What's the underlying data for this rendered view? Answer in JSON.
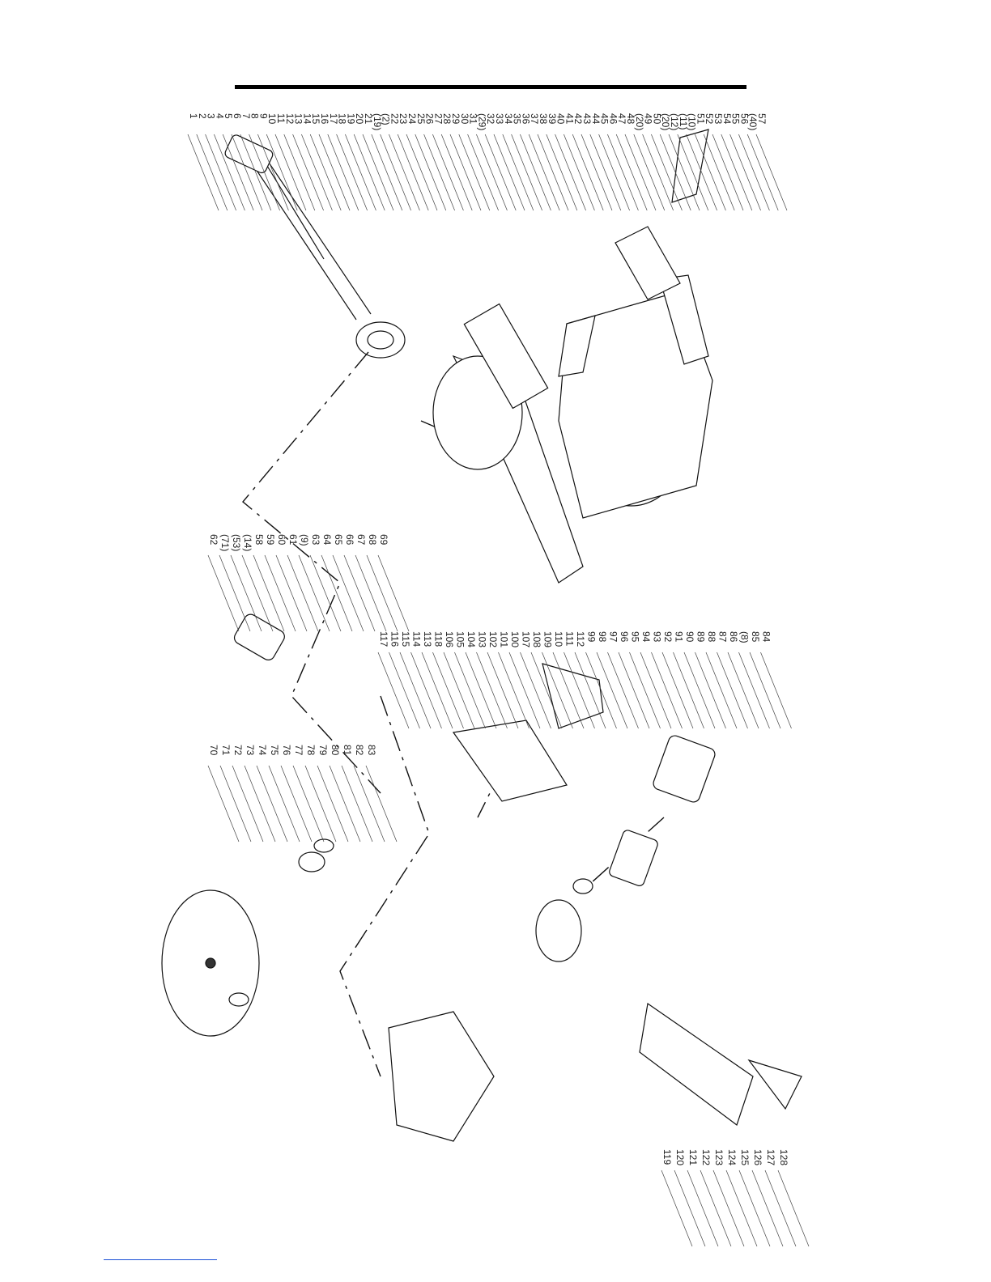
{
  "diagram": {
    "type": "exploded-parts-diagram",
    "callouts_top_arm": [
      "1",
      "2",
      "3",
      "4",
      "5",
      "6",
      "7",
      "8",
      "9",
      "10",
      "11",
      "12",
      "13",
      "14",
      "15",
      "16",
      "17",
      "18",
      "19",
      "20",
      "21",
      "(19)",
      "(2)",
      "22",
      "23",
      "24",
      "25",
      "26",
      "27",
      "28",
      "29",
      "30",
      "31",
      "(29)",
      "32",
      "33",
      "34",
      "35",
      "36",
      "37",
      "38",
      "39",
      "40",
      "41",
      "42",
      "43",
      "44",
      "45",
      "46",
      "47",
      "48",
      "(20)",
      "49",
      "50",
      "(20)",
      "(12)",
      "(11)",
      "(10)",
      "51",
      "52",
      "53",
      "54",
      "55",
      "56",
      "(40)",
      "57"
    ],
    "callouts_slide": [
      "62",
      "(71)",
      "(53)",
      "(14)",
      "58",
      "59",
      "60",
      "61",
      "(9)",
      "63",
      "64",
      "65",
      "66",
      "67",
      "68",
      "69"
    ],
    "callouts_head": [
      "70",
      "71",
      "72",
      "73",
      "74",
      "75",
      "76",
      "77",
      "78",
      "79",
      "80",
      "81",
      "82",
      "83"
    ],
    "callouts_motor": [
      "117",
      "116",
      "115",
      "114",
      "113",
      "118",
      "106",
      "105",
      "104",
      "103",
      "102",
      "101",
      "100",
      "107",
      "108",
      "109",
      "110",
      "111",
      "112",
      "99",
      "98",
      "97",
      "96",
      "95",
      "94",
      "93",
      "92",
      "91",
      "90",
      "89",
      "88",
      "87",
      "86",
      "(8)",
      "85",
      "84"
    ],
    "callouts_guard": [
      "119",
      "120",
      "121",
      "122",
      "123",
      "124",
      "125",
      "126",
      "127",
      "128"
    ]
  }
}
